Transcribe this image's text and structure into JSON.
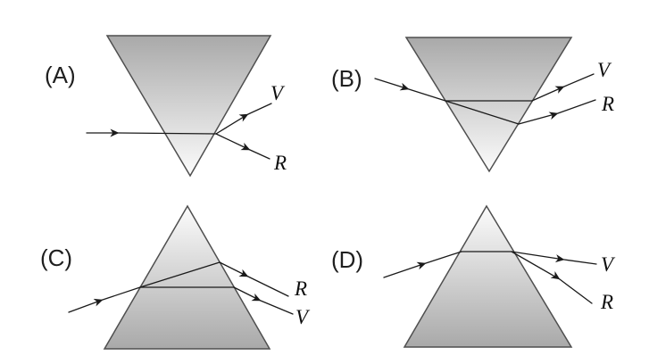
{
  "figure": {
    "description": "Four multiple-choice diagrams (A-D) showing white light dispersing into violet (V) and red (R) rays through triangular glass prisms",
    "background_color": "#ffffff",
    "ray_color": "#1a1a1a",
    "prism_outline_color": "#4f4f4f",
    "prism_fill_dark": "#a9a9a9",
    "prism_fill_light": "#fcfcfc"
  },
  "panels": [
    {
      "id": "A",
      "label": "(A)",
      "prism_orientation": "inverted",
      "ray_labels": {
        "upper": "V",
        "lower": "R"
      }
    },
    {
      "id": "B",
      "label": "(B)",
      "prism_orientation": "inverted",
      "ray_labels": {
        "upper": "V",
        "lower": "R"
      }
    },
    {
      "id": "C",
      "label": "(C)",
      "prism_orientation": "upright",
      "ray_labels": {
        "upper": "R",
        "lower": "V"
      }
    },
    {
      "id": "D",
      "label": "(D)",
      "prism_orientation": "upright",
      "ray_labels": {
        "upper": "V",
        "lower": "R"
      }
    }
  ]
}
